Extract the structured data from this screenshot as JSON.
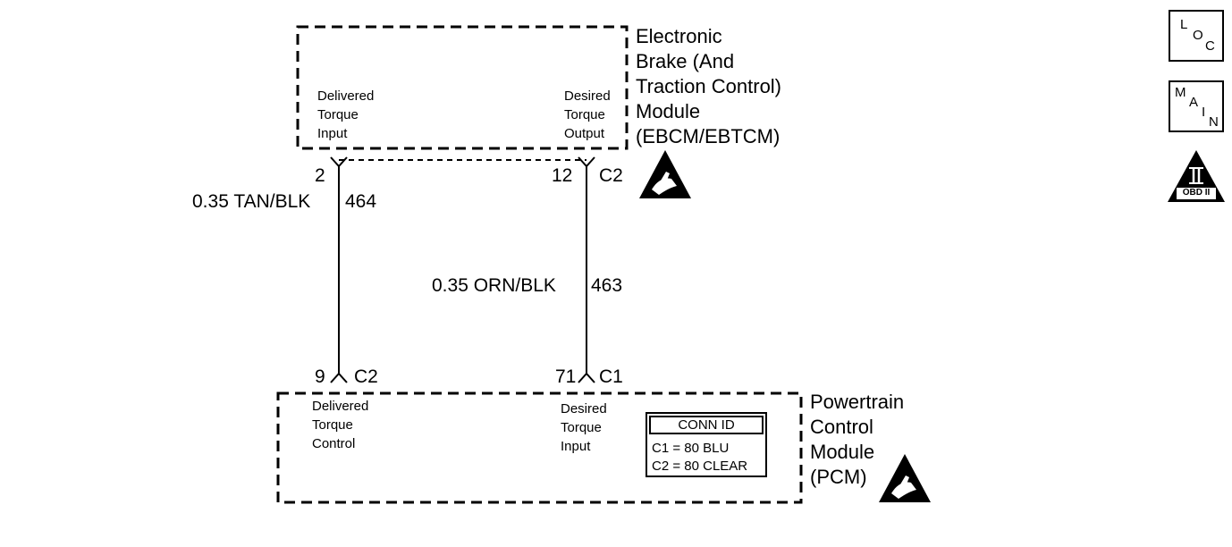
{
  "ebcm": {
    "name_lines": [
      "Electronic",
      "Brake (And",
      "Traction Control)",
      "Module",
      "(EBCM/EBTCM)"
    ],
    "left_pin_lines": [
      "Delivered",
      "Torque",
      "Input"
    ],
    "right_pin_lines": [
      "Desired",
      "Torque",
      "Output"
    ]
  },
  "pcm": {
    "name_lines": [
      "Powertrain",
      "Control",
      "Module",
      "(PCM)"
    ],
    "left_pin_lines": [
      "Delivered",
      "Torque",
      "Control"
    ],
    "right_pin_lines": [
      "Desired",
      "Torque",
      "Input"
    ]
  },
  "wires": {
    "left": {
      "top_pin": "2",
      "gauge_color": "0.35 TAN/BLK",
      "circuit": "464",
      "bottom_pin": "9",
      "bottom_connector": "C2"
    },
    "right": {
      "top_pin": "12",
      "top_connector": "C2",
      "gauge_color": "0.35 ORN/BLK",
      "circuit": "463",
      "bottom_pin": "71",
      "bottom_connector": "C1"
    }
  },
  "conn_id": {
    "title": "CONN ID",
    "lines": [
      "C1 = 80 BLU",
      "C2 = 80 CLEAR"
    ]
  },
  "side_icons": {
    "loc": {
      "letters": [
        "L",
        "O",
        "C"
      ]
    },
    "main": {
      "letters": [
        "M",
        "A",
        "I",
        "N"
      ]
    },
    "obd": {
      "numeral": "II",
      "label": "OBD II"
    }
  },
  "esd_icons": [
    "esd-warning-icon",
    "esd-warning-icon"
  ]
}
